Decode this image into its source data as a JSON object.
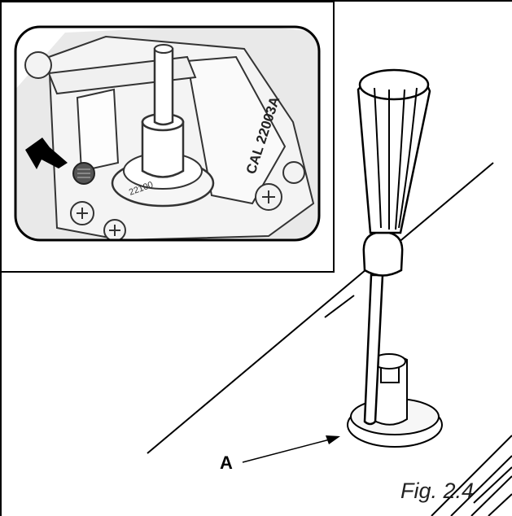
{
  "labels": {
    "callout_a": "A",
    "figure_caption": "Fig. 2.4"
  },
  "valve_body_text": "CAL 22003A",
  "dial_text": "22100"
}
